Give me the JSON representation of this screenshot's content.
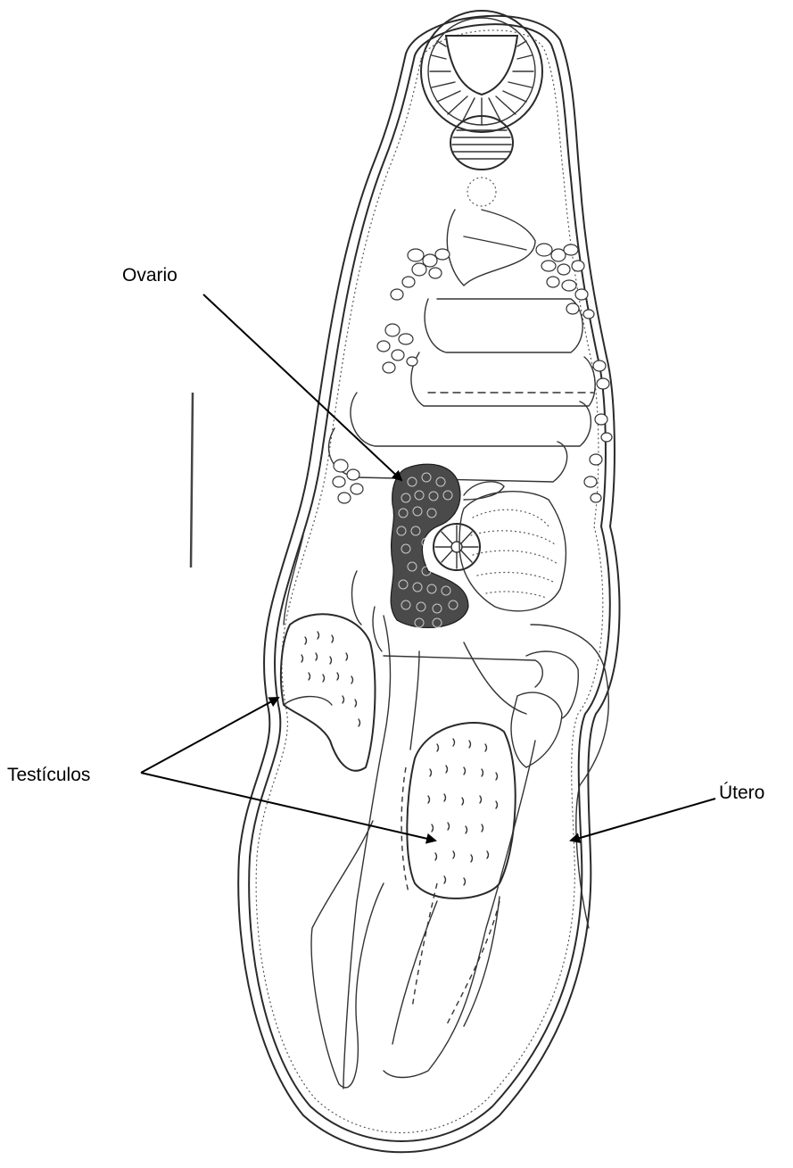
{
  "labels": {
    "ovary": "Ovario",
    "testes": "Testículos",
    "uterus": "Útero"
  },
  "colors": {
    "ink": "#2a2a2a",
    "background": "#ffffff",
    "ovary_fill": "#4a4a4a"
  }
}
